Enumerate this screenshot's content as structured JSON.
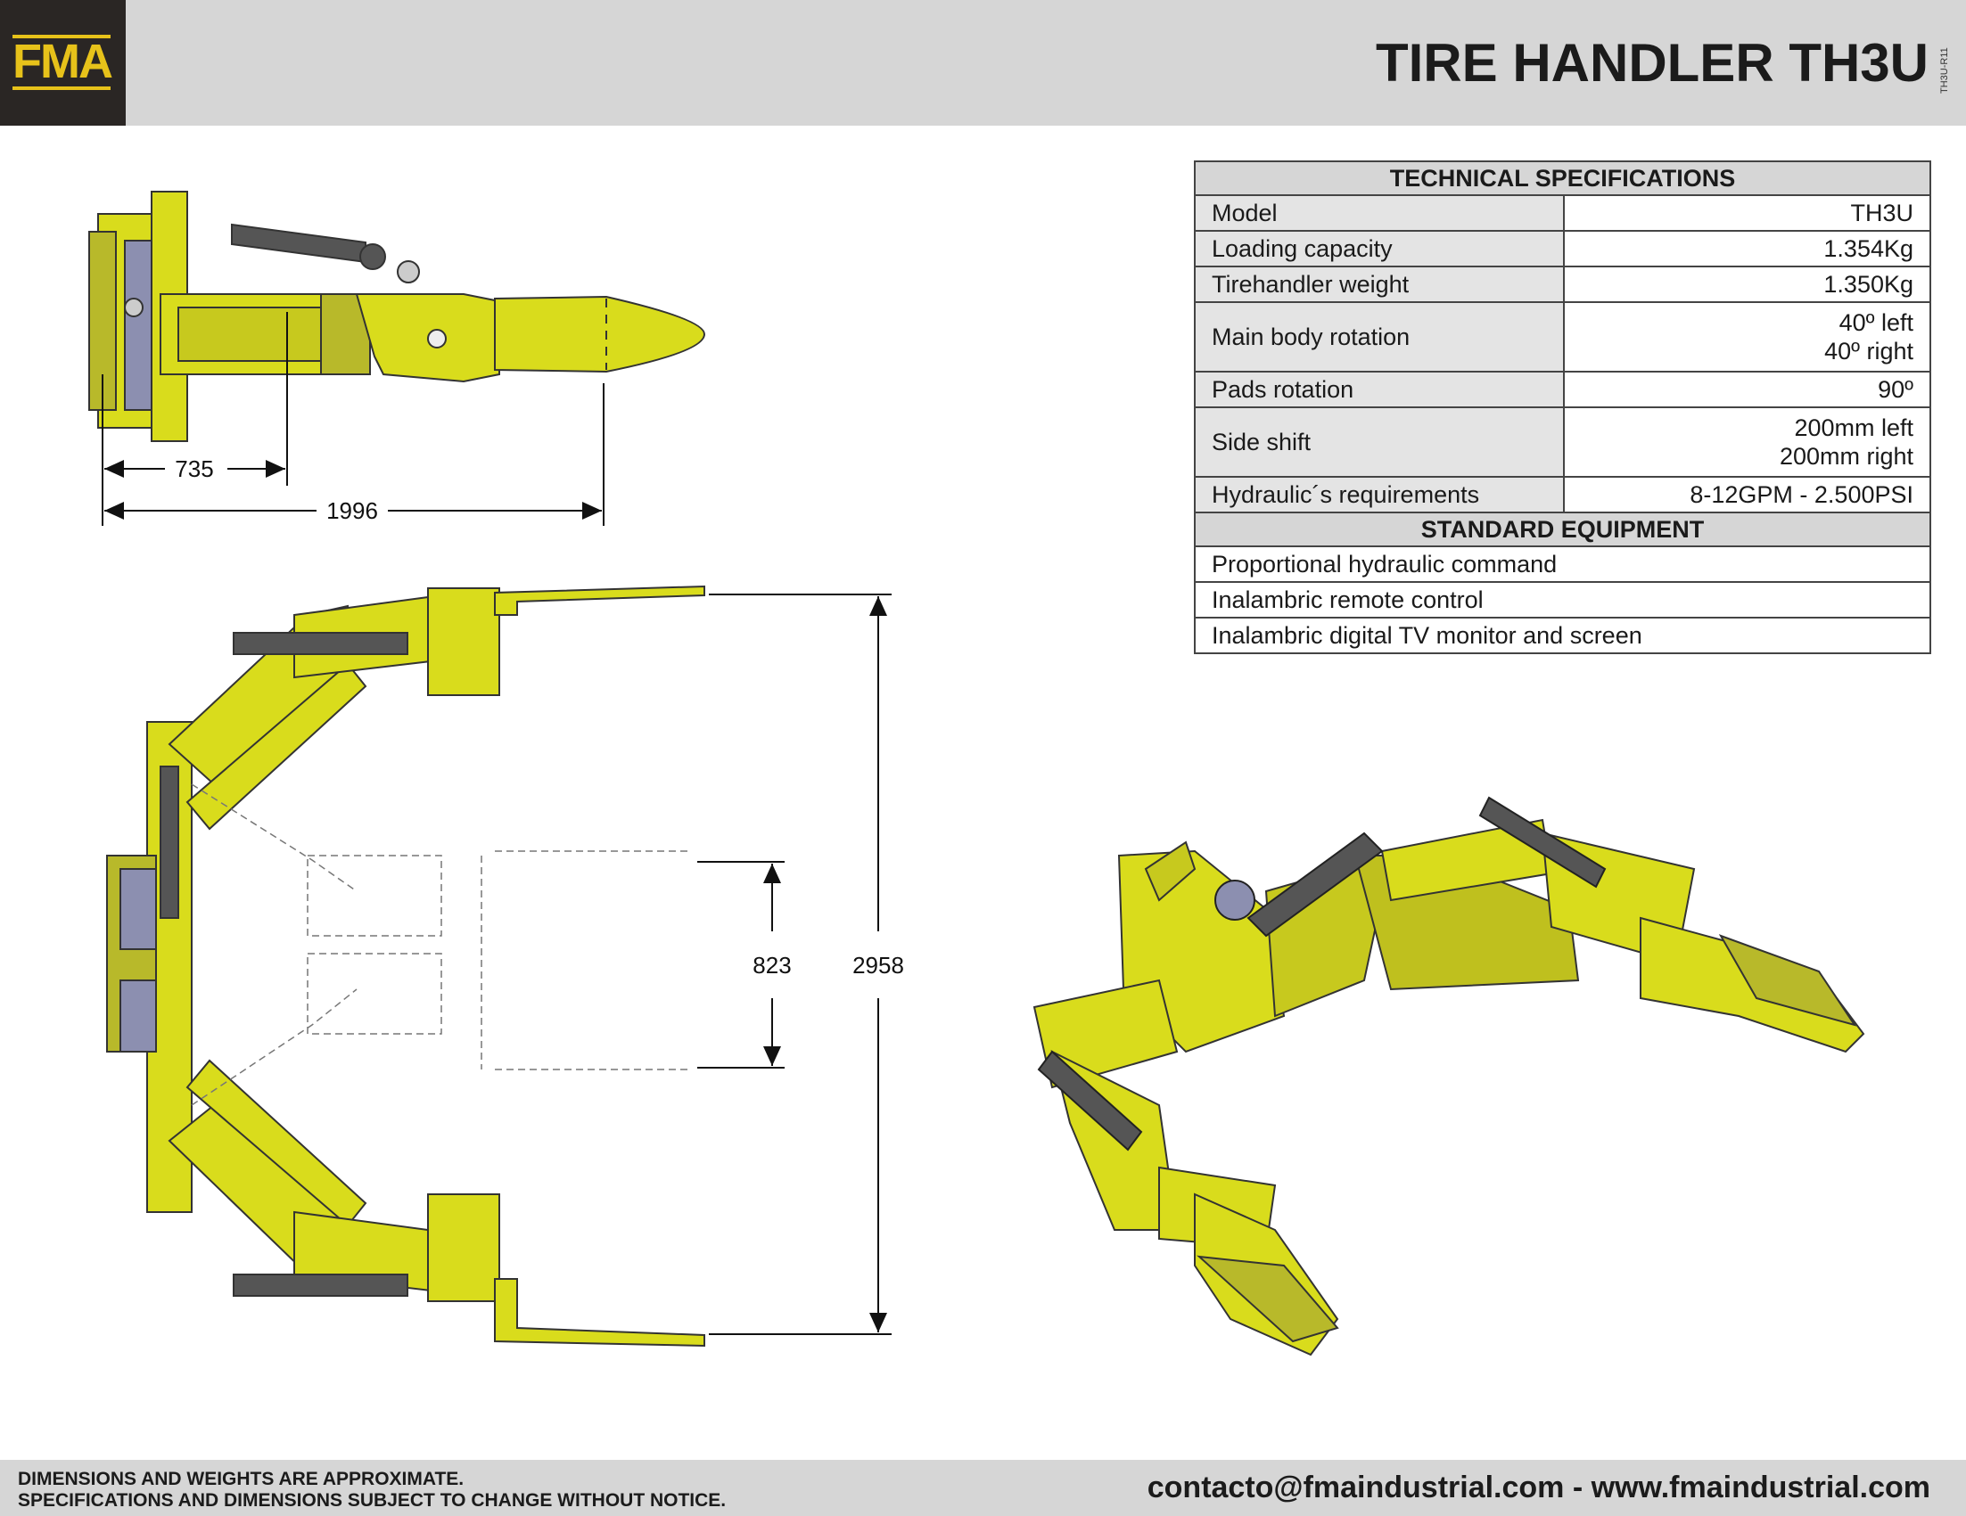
{
  "header": {
    "logo": "FMA",
    "title": "TIRE HANDLER TH3U",
    "doc_code": "TH3U-R11"
  },
  "dimensions": {
    "top_short": "735",
    "top_long": "1996",
    "inner_width": "823",
    "outer_width": "2958"
  },
  "specs": {
    "section_title": "TECHNICAL SPECIFICATIONS",
    "rows": [
      {
        "label": "Model",
        "value": "TH3U"
      },
      {
        "label": "Loading capacity",
        "value": "1.354Kg"
      },
      {
        "label": "Tirehandler weight",
        "value": "1.350Kg"
      },
      {
        "label": "Main body rotation",
        "value": "40º left",
        "value2": "40º right"
      },
      {
        "label": "Pads rotation",
        "value": "90º"
      },
      {
        "label": "Side shift",
        "value": "200mm left",
        "value2": "200mm right"
      },
      {
        "label": "Hydraulic´s requirements",
        "value": "8-12GPM - 2.500PSI"
      }
    ],
    "equipment_title": "STANDARD EQUIPMENT",
    "equipment": [
      "Proportional hydraulic command",
      "Inalambric remote control",
      "Inalambric digital TV monitor and screen"
    ]
  },
  "footer": {
    "disclaimer_1": "DIMENSIONS AND WEIGHTS ARE APPROXIMATE.",
    "disclaimer_2": "SPECIFICATIONS AND DIMENSIONS SUBJECT TO CHANGE WITHOUT NOTICE.",
    "contact": "contacto@fmaindustrial.com - www.fmaindustrial.com"
  },
  "colors": {
    "machine_yellow": "#d9dc1c",
    "header_gray": "#d6d6d6",
    "logo_yellow": "#e7c21a"
  }
}
